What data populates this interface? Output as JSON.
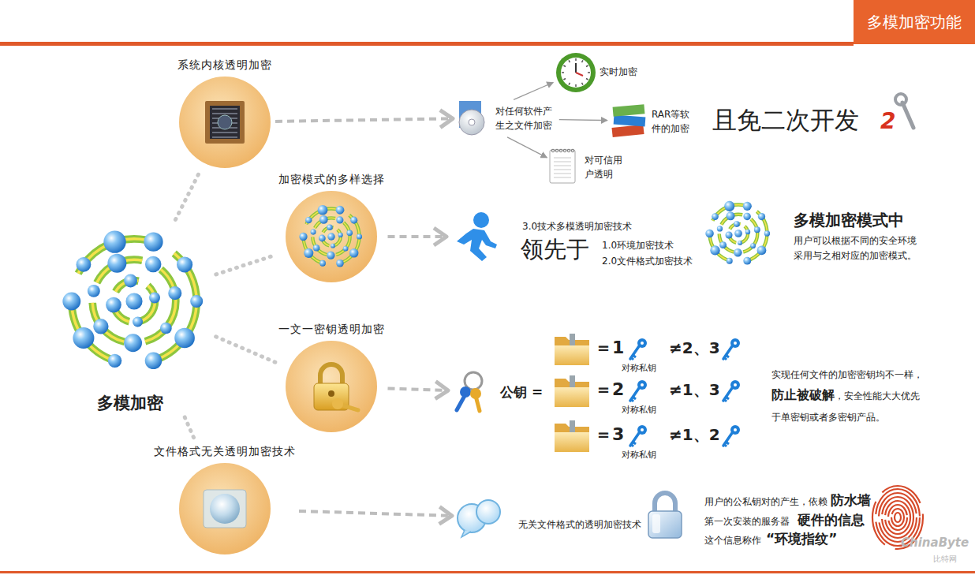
{
  "diagram": {
    "title": "多模加密功能",
    "nodes": [
      {
        "text": [
          "多模加密"
        ]
      },
      {
        "text": [
          "系统内核透明加密"
        ]
      },
      {
        "text": [
          "加密模式的多样选择"
        ]
      },
      {
        "text": [
          "一文一密钥透明加密"
        ]
      },
      {
        "text": [
          "文件格式无关透明加密技术"
        ]
      },
      {
        "text": [
          "对任何软件产生之文件加密"
        ]
      },
      {
        "text": [
          "实时加密"
        ]
      },
      {
        "text": [
          "RAR等软件的加密"
        ]
      },
      {
        "text": [
          "对可信用户透明"
        ]
      },
      {
        "text": [
          "3.0技术多模透明加密技术",
          "领先于",
          "1.0环境加密技术",
          "2.0文件格式加密技术"
        ]
      },
      {
        "text": [
          "多模加密模式中",
          "用户可以根据不同的安全环境采用与之相对应的加密模式。"
        ]
      },
      {
        "text": [
          "公钥 ="
        ]
      },
      {
        "text": [
          "无关文件格式的透明加密技术"
        ]
      }
    ],
    "edges": [
      {
        "from": 0,
        "to": 1,
        "arrow": "none"
      },
      {
        "from": 0,
        "to": 2,
        "arrow": "none"
      },
      {
        "from": 0,
        "to": 3,
        "arrow": "none"
      },
      {
        "from": 0,
        "to": 4,
        "arrow": "none"
      },
      {
        "from": 1,
        "to": 5,
        "arrow": "to"
      },
      {
        "from": 5,
        "to": 6,
        "arrow": "to"
      },
      {
        "from": 5,
        "to": 7,
        "arrow": "to"
      },
      {
        "from": 5,
        "to": 8,
        "arrow": "to"
      },
      {
        "from": 2,
        "to": 9,
        "arrow": "to"
      },
      {
        "from": 3,
        "to": 11,
        "arrow": "to"
      },
      {
        "from": 4,
        "to": 12,
        "arrow": "to"
      }
    ],
    "labels": [
      "且免二次开发",
      "2",
      "＝1",
      "对称私钥",
      "≠2、3",
      "＝2",
      "对称私钥",
      "≠1、3",
      "＝3",
      "对称私钥",
      "≠1、2",
      "实现任何文件的加密密钥均不一样，",
      "防止被破解",
      "，安全性能大大优先于单密钥或者多密钥产品。",
      "用户的公私钥对的产生，依赖",
      "防水墙",
      "第一次安装的服务器",
      "硬件的信息",
      "这个信息称作",
      "“环境指纹”",
      "ChinaByte",
      "比特网"
    ]
  }
}
